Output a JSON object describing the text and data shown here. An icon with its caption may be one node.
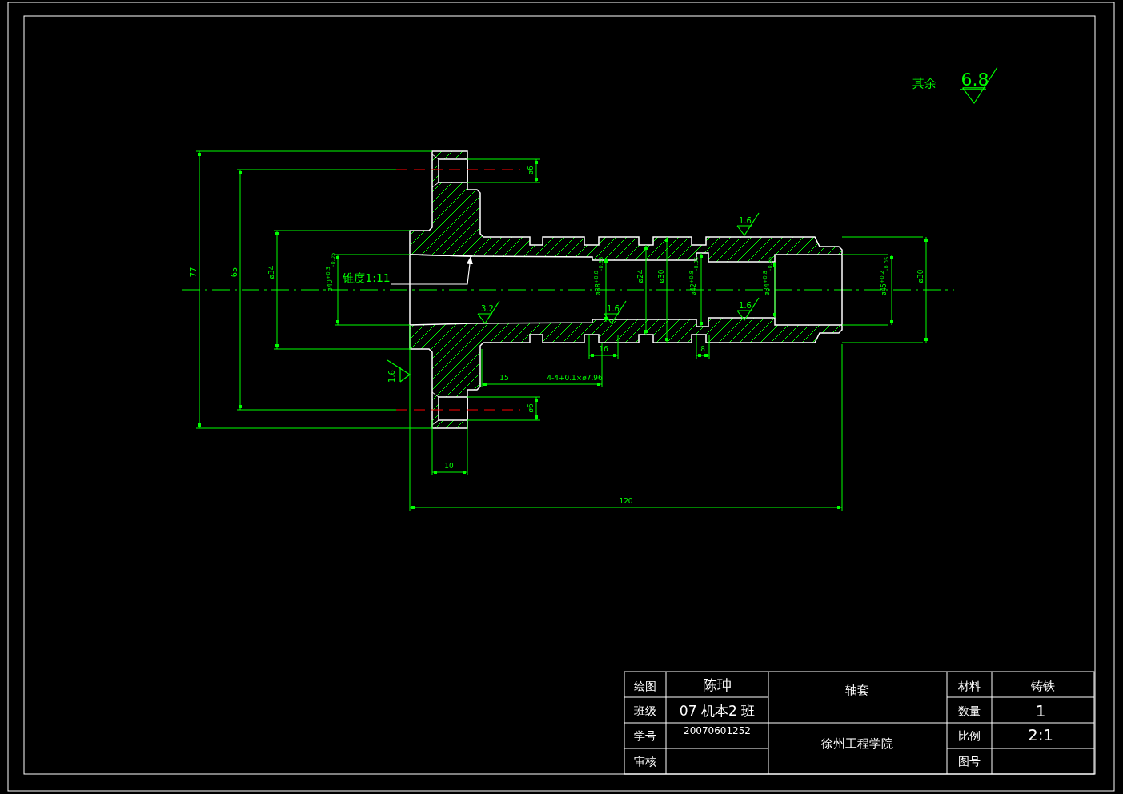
{
  "diagram": {
    "nodes": [
      {
        "text": [
          "锥度1:11"
        ]
      },
      {
        "text": [],
        "shape": "line"
      }
    ],
    "edges": [
      {
        "from": 0,
        "to": 1,
        "arrow": "to"
      }
    ],
    "labels": [
      "其余",
      "6.8",
      "1.6",
      "77",
      "65",
      "ø34",
      "ø40$^{+0.3}$$_{-0.05}$",
      "ø38$^{+0.8}$$_{-0.35}$",
      "ø24",
      "ø30",
      "ø42$^{+0.8}$$_{-0.35}$",
      "ø34$^{+0.8}$$_{-0.35}$",
      "ø45$^{+0.2}$$_{-0.05}$",
      "ø30",
      "ø6",
      "3.2",
      "1.6",
      "1.6",
      "1.6",
      "16",
      "8",
      "15",
      "4-4+0.1×ø7.96",
      "ø6",
      "10",
      "120",
      "绘图",
      "陈珅",
      "轴套",
      "材料",
      "铸铁",
      "班级",
      "07 机本2 班",
      "数量",
      "1",
      "学号",
      "20070601252",
      "徐州工程学院",
      "比例",
      "2:1",
      "审核",
      "图号"
    ]
  }
}
